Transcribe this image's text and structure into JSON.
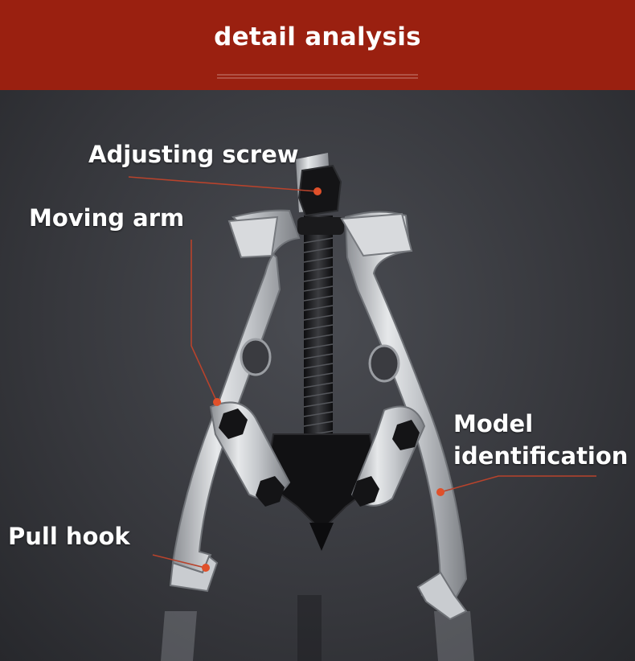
{
  "banner": {
    "title": "detail analysis",
    "color": "#9a2010"
  },
  "callouts": {
    "adjusting_screw": "Adjusting screw",
    "moving_arm": "Moving arm",
    "model_identification_line1": "Model",
    "model_identification_line2": "identification",
    "pull_hook": "Pull hook"
  },
  "colors": {
    "leader_line": "#b8432c",
    "marker_dot": "#e0502a",
    "background": "#3a3b40"
  }
}
